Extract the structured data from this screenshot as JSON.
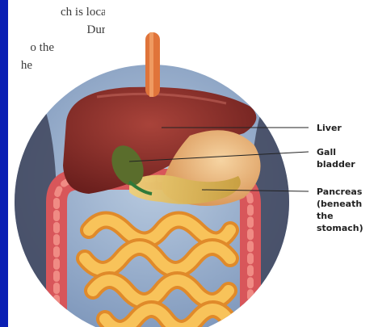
{
  "snippet": {
    "lines": [
      "ch  is  located",
      "  During",
      "o the",
      "he"
    ]
  },
  "labels": {
    "liver": "Liver",
    "gallbladder": "Gall\nbladder",
    "pancreas": "Pancreas\n(beneath the\nstomach)"
  },
  "colors": {
    "background": "#0a1fb4",
    "panel": "#ffffff",
    "body_blue": "#8fa8c8",
    "liver": "#8a2f2a",
    "stomach": "#e9b47a",
    "pancreas": "#d6b25a",
    "intestine": "#f4b23c",
    "colon": "#d8565a"
  }
}
